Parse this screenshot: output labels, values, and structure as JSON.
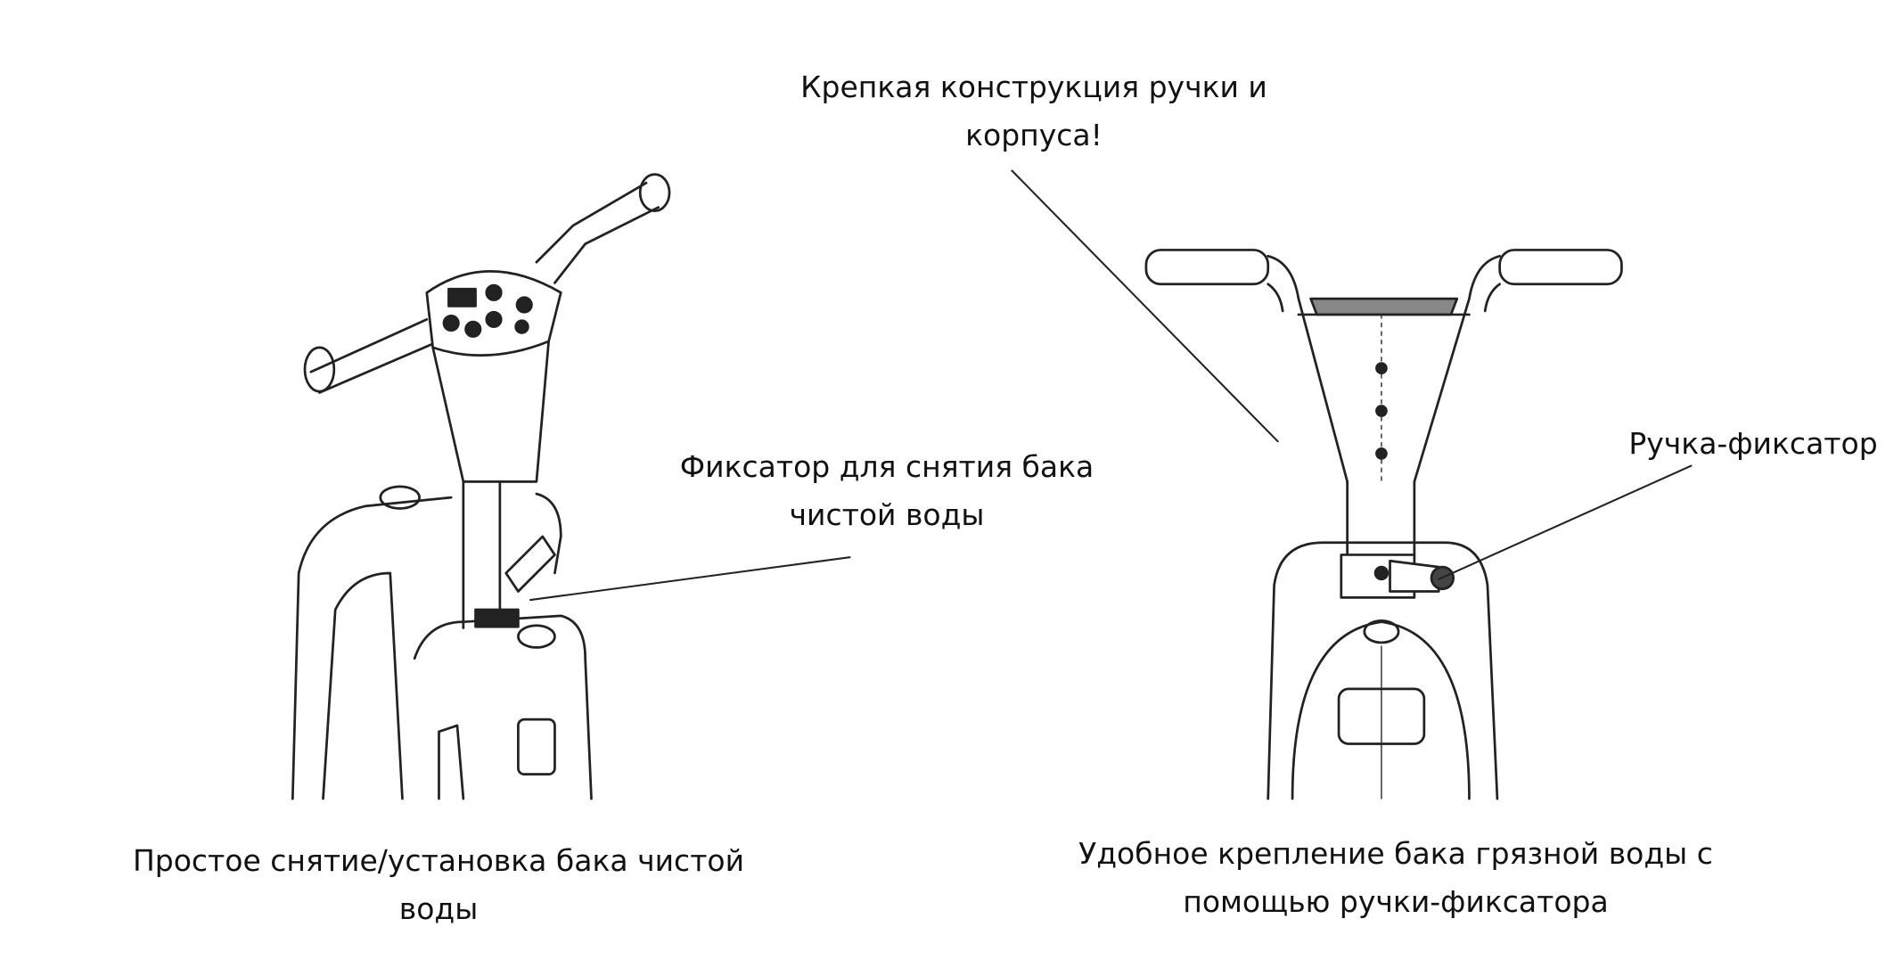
{
  "callouts": {
    "construction": {
      "line1": "Крепкая конструкция ручки и",
      "line2": "корпуса!"
    },
    "clean_tank_latch": {
      "line1": "Фиксатор для снятия бака",
      "line2": "чистой воды"
    },
    "handle_latch": {
      "line1": "Ручка-фиксатор"
    }
  },
  "captions": {
    "left": {
      "line1": "Простое снятие/установка бака чистой",
      "line2": "воды"
    },
    "right": {
      "line1": "Удобное крепление бака грязной воды с",
      "line2": "помощью ручки-фиксатора"
    }
  }
}
